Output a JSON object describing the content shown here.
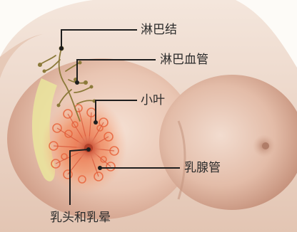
{
  "labels": {
    "lymph_node": "淋巴结",
    "lymph_vessel": "淋巴血管",
    "lobule": "小叶",
    "milk_duct": "乳腺管",
    "nipple_areola": "乳头和乳晕"
  },
  "colors": {
    "background": "#fdfbf7",
    "skin_light": "#efd2c1",
    "skin_mid": "#dcae97",
    "skin_shadow": "#c4907a",
    "gland": "#f08a5c",
    "areola": "#d96a4c",
    "fat": "#e9e39a",
    "lymph": "#8c7a3a",
    "leader": "#1e1e1e"
  }
}
